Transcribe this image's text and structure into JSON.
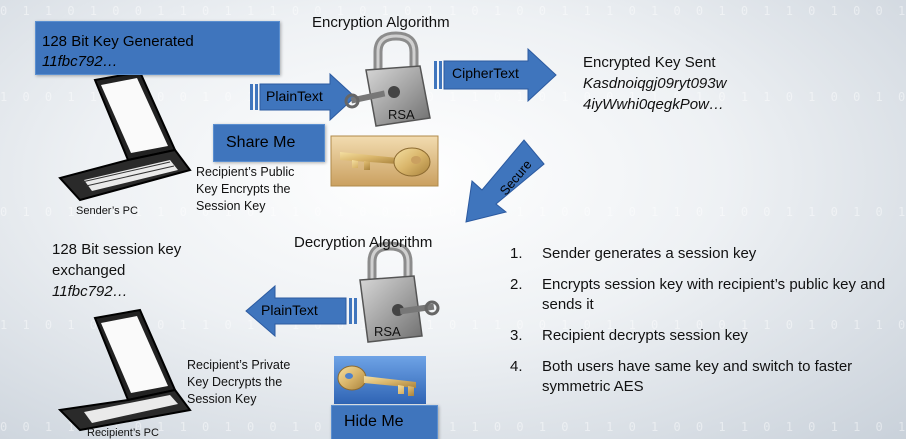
{
  "colors": {
    "box_blue": "#3f75bd",
    "arrow_blue": "#3f75bd",
    "text": "#111111"
  },
  "top_key_box": {
    "line1": "128 Bit Key Generated",
    "line2": "11fbc792…"
  },
  "sender_pc": {
    "icon": "laptop-icon",
    "label": "Sender’s PC"
  },
  "encryption": {
    "title": "Encryption Algorithm",
    "lock_icon": "padlock-icon",
    "lock_label": "RSA",
    "in_arrow_label": "PlainText",
    "out_arrow_label": "CipherText"
  },
  "encrypted_sent": {
    "title": "Encrypted Key Sent",
    "line1": "Kasdnoiqgj09ryt093w",
    "line2": "4iyWwhi0qegkPow…"
  },
  "share_me": {
    "label": "Share Me",
    "key_icon": "public-key-icon"
  },
  "public_key_note": {
    "line1": "Recipient’s Public",
    "line2": "Key Encrypts the",
    "line3": "Session Key"
  },
  "secure_arrow_label": "Secure",
  "session_key": {
    "line1": "128 Bit session key",
    "line2": "exchanged",
    "line3": "11fbc792…"
  },
  "decryption": {
    "title": "Decryption Algorithm",
    "lock_icon": "padlock-icon",
    "lock_label": "RSA",
    "out_arrow_label": "PlainText"
  },
  "private_key_note": {
    "line1": "Recipient’s Private",
    "line2": "Key Decrypts the",
    "line3": "Session Key"
  },
  "hide_me": {
    "label": "Hide Me",
    "key_icon": "private-key-icon"
  },
  "recipient_pc": {
    "icon": "laptop-icon",
    "label": "Recipient’s PC"
  },
  "steps": [
    {
      "num": "1.",
      "text": "Sender generates a session key"
    },
    {
      "num": "2.",
      "text": "Encrypts session key with  recipient’s public key and sends it"
    },
    {
      "num": "3.",
      "text": "Recipient decrypts session key"
    },
    {
      "num": "4.",
      "text": "Both users have same key and switch to faster symmetric AES"
    }
  ]
}
